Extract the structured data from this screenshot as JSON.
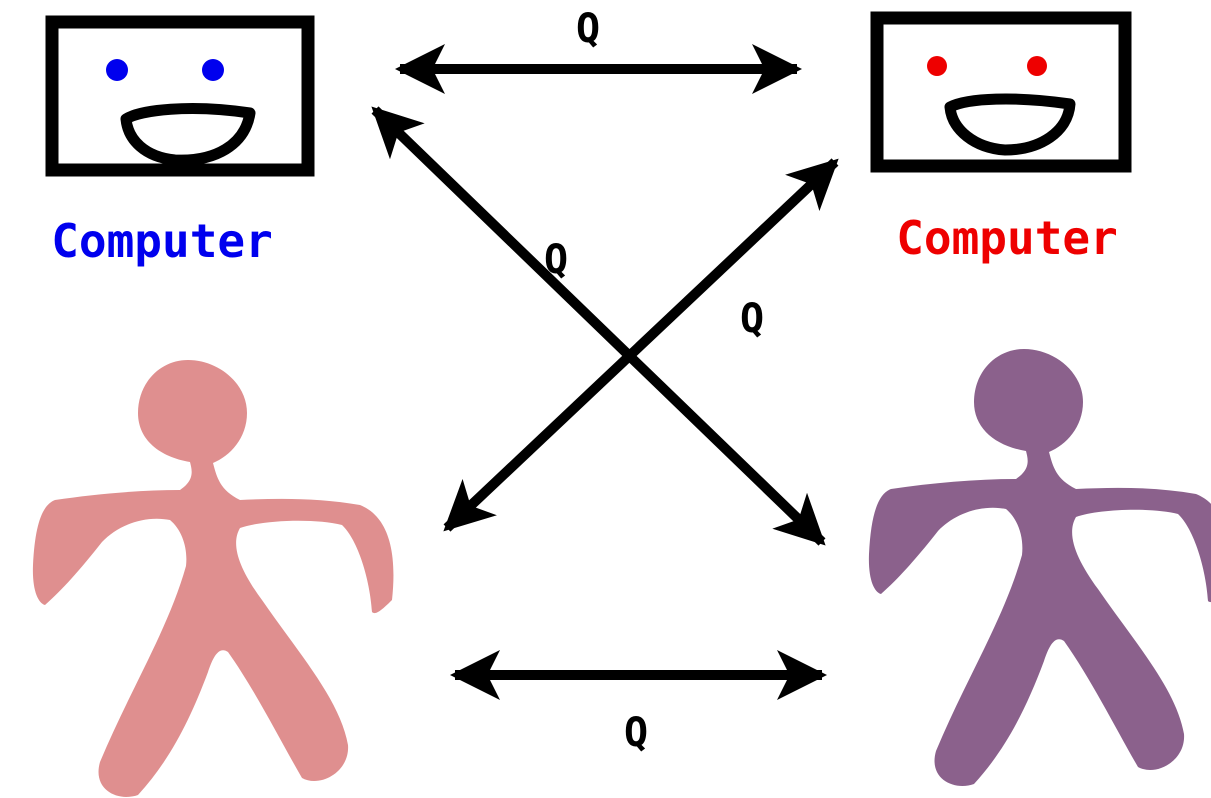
{
  "nodes": {
    "computer_left": {
      "label": "Computer",
      "color": "#0000ee"
    },
    "computer_right": {
      "label": "Computer",
      "color": "#ee0000"
    },
    "person_left": {
      "color": "#df8f8f"
    },
    "person_right": {
      "color": "#8b618c"
    }
  },
  "edges": {
    "top": {
      "label": "Q"
    },
    "diag_a": {
      "label": "Q"
    },
    "diag_b": {
      "label": "Q"
    },
    "bottom": {
      "label": "Q"
    }
  }
}
